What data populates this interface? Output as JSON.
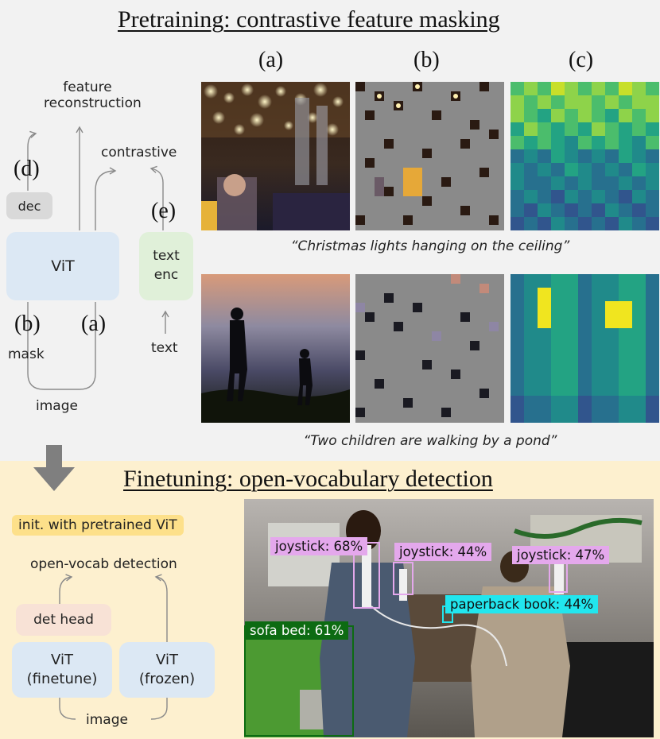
{
  "pretraining": {
    "title": "Pretraining: contrastive feature masking",
    "column_labels": [
      "(a)",
      "(b)",
      "(c)"
    ],
    "diagram": {
      "feature_reconstruction": "feature\nreconstruction",
      "contrastive": "contrastive",
      "label_d": "(d)",
      "dec": "dec",
      "label_e": "(e)",
      "vit": "ViT",
      "text_enc": "text\nenc",
      "label_b": "(b)",
      "label_a": "(a)",
      "mask": "mask",
      "text": "text",
      "image": "image"
    },
    "captions": [
      "“Christmas lights hanging on the ceiling”",
      "“Two children are walking by a pond”"
    ]
  },
  "finetuning": {
    "title": "Finetuning: open-vocabulary detection",
    "init": "init. with pretrained ViT",
    "open_vocab": "open-vocab detection",
    "det_head": "det head",
    "vit_finetune": "ViT\n(finetune)",
    "vit_frozen": "ViT\n(frozen)",
    "image": "image",
    "detections": [
      {
        "label": "joystick: 68%",
        "color": "#e4a8ec"
      },
      {
        "label": "joystick: 44%",
        "color": "#e4a8ec"
      },
      {
        "label": "joystick: 47%",
        "color": "#e4a8ec"
      },
      {
        "label": "paperback book: 44%",
        "color": "#22e6ee"
      },
      {
        "label": "sofa bed: 61%",
        "color": "#0d6b12"
      }
    ]
  },
  "colors": {
    "top_bg": "#f2f2f2",
    "bottom_bg": "#fdf0cf",
    "vit_box": "#dce8f4",
    "text_enc_box": "#e0f0d9",
    "dec_box": "#d9d9d9",
    "det_head_box": "#f8e2d6",
    "init_pill": "#fde08a",
    "arrow": "#7f7f7f"
  }
}
